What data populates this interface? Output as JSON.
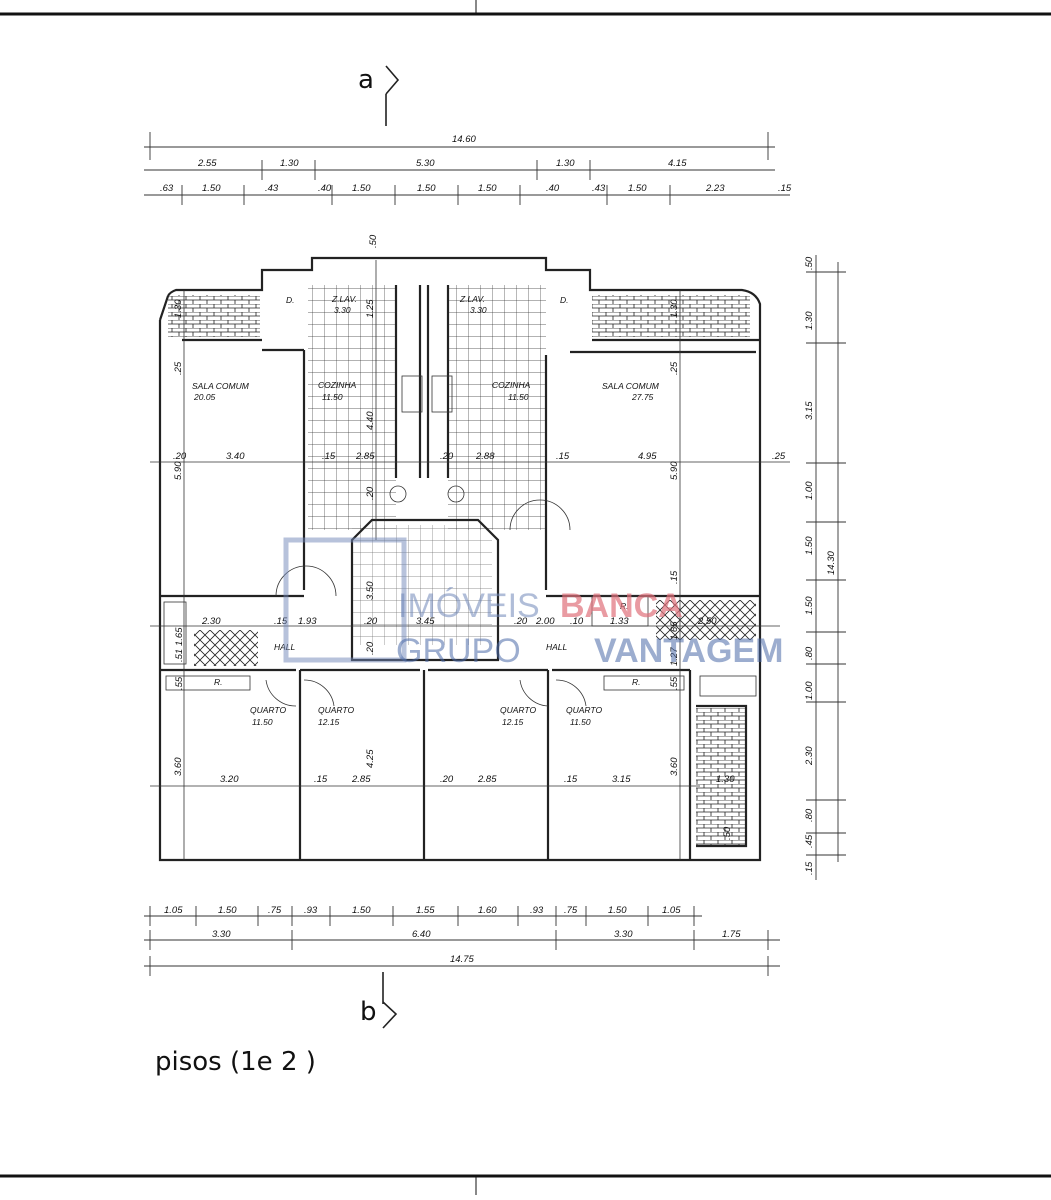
{
  "section_marks": {
    "top": "a",
    "bottom": "b"
  },
  "caption": "pisos (1e 2 )",
  "watermark": {
    "line1_a": "IMÓVEIS ",
    "line1_b": "BANCA",
    "line2_a": "GRUPO",
    "line2_b": "VANTAGEM"
  },
  "dims_top": {
    "total": "14.60",
    "row2": [
      "2.55",
      "1.30",
      "5.30",
      "1.30",
      "4.15"
    ],
    "row3": [
      ".63",
      "1.50",
      ".43",
      ".40",
      "1.50",
      "1.50",
      "1.50",
      ".40",
      ".43",
      "1.50",
      "2.23",
      ".15"
    ]
  },
  "dims_bottom": {
    "row1": [
      "1.05",
      "1.50",
      ".75",
      ".93",
      "1.50",
      "1.55",
      "1.60",
      ".93",
      ".75",
      "1.50",
      "1.05"
    ],
    "row2": [
      "3.30",
      "6.40",
      "3.30",
      "1.75"
    ],
    "total": "14.75"
  },
  "dims_right": {
    "total": "14.30",
    "segments": [
      ".50",
      "1.30",
      "3.15",
      "1.00",
      "1.50",
      "1.50",
      ".80",
      "1.00",
      "2.30",
      ".80",
      ".45",
      ".15"
    ]
  },
  "rooms": {
    "dl": "D.",
    "dr": "D.",
    "zlav_l": "Z.LAV.",
    "zlav_l_a": "3.30",
    "zlav_r": "Z.LAV.",
    "zlav_r_a": "3.30",
    "coz_l": "COZINHA",
    "coz_l_a": "11.50",
    "coz_r": "COZINHA",
    "coz_r_a": "11.50",
    "sala_l": "SALA COMUM",
    "sala_l_a": "20.05",
    "sala_r": "SALA COMUM",
    "sala_r_a": "27.75",
    "hall_l": "HALL",
    "hall_r": "HALL",
    "q1": "QUARTO",
    "q1_a": "11.50",
    "q2": "QUARTO",
    "q2_a": "12.15",
    "q3": "QUARTO",
    "q3_a": "12.15",
    "q4": "QUARTO",
    "q4_a": "11.50",
    "r1": "R.",
    "r2": "R.",
    "r3": "R."
  },
  "interior_dims": [
    "3.40",
    ".20",
    ".15",
    "2.85",
    ".20",
    "2.88",
    ".15",
    "4.95",
    ".25",
    "5.90",
    "5.90",
    ".25",
    ".25",
    "1.30",
    "1.30",
    "4.40",
    "1.25",
    ".50",
    "2.30",
    "1.65",
    ".51",
    ".55",
    ".15",
    "1.93",
    ".20",
    "3.45",
    ".20",
    "2.00",
    ".10",
    "1.33",
    "2.50",
    "1.65",
    "1.27",
    ".55",
    "3.20",
    ".15",
    "2.85",
    ".20",
    "2.85",
    ".15",
    "3.15",
    "3.60",
    "3.60",
    "4.25",
    "1.30",
    ".50",
    ".20",
    ".15",
    "3.50",
    ".20"
  ]
}
